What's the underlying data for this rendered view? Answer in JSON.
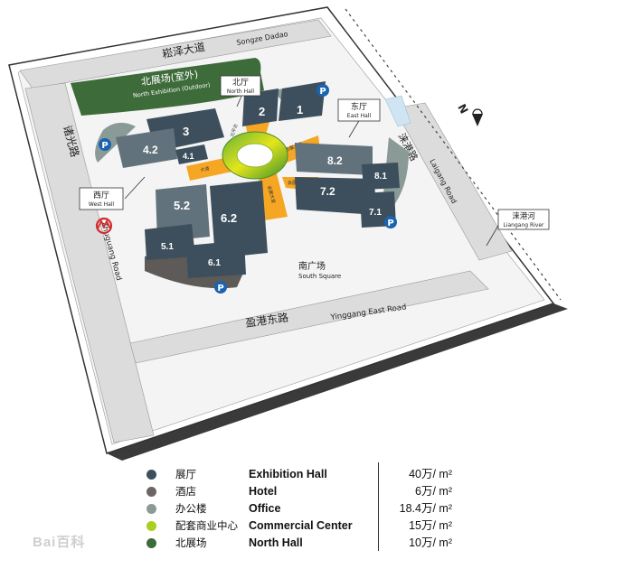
{
  "roads": {
    "top_zh": "崧泽大道",
    "top_en": "Songze Dadao",
    "left_zh": "诸光路",
    "left_en": "Zhuguang Road",
    "right_zh": "涞港路",
    "right_en": "Laigang Road",
    "bottom_zh": "盈港东路",
    "bottom_en": "Yinggang East Road",
    "river_zh": "涞港河",
    "river_en": "Liangang River"
  },
  "areas": {
    "north_exhibition_zh": "北展场(室外)",
    "north_exhibition_en": "North Exhibition (Outdoor)",
    "north_hall_zh": "北厅",
    "north_hall_en": "North Hall",
    "east_hall_zh": "东厅",
    "east_hall_en": "East Hall",
    "west_hall_zh": "西厅",
    "west_hall_en": "West Hall",
    "south_square_zh": "南广场",
    "south_square_en": "South Square"
  },
  "halls": {
    "h1": "1",
    "h2": "2",
    "h3": "3",
    "h4_2": "4.2",
    "h4_1": "4.1",
    "h5_2": "5.2",
    "h5_1": "5.1",
    "h6_2": "6.2",
    "h6_1": "6.1",
    "h7_2": "7.2",
    "h7_1": "7.1",
    "h8_2": "8.2",
    "h8_1": "8.1"
  },
  "walkways": {
    "north": "北平台",
    "east": "会展大道",
    "south": "会展大道",
    "west": "大道",
    "northeast": "会展大道",
    "southeast": "会展大道"
  },
  "parking_symbol": "P",
  "compass_label": "N",
  "legend": [
    {
      "zh": "展厅",
      "en": "Exhibition Hall",
      "value": "40万/ m²",
      "color": "#3d4f5c"
    },
    {
      "zh": "酒店",
      "en": "Hotel",
      "value": "6万/ m²",
      "color": "#6b6663"
    },
    {
      "zh": "办公楼",
      "en": "Office",
      "value": "18.4万/ m²",
      "color": "#8a9a97"
    },
    {
      "zh": "配套商业中心",
      "en": "Commercial Center",
      "value": "15万/ m²",
      "color": "#a8d020"
    },
    {
      "zh": "北展场",
      "en": "North Hall",
      "value": "10万/ m²",
      "color": "#3e6b3a"
    }
  ],
  "watermark": {
    "main": "Bai",
    "suffix": "百科"
  },
  "colors": {
    "hall": "#3d4f5c",
    "hall_light": "#62727c",
    "glass": "#a7b0b6",
    "walkway": "#f5a623",
    "green": "#3e6b3a",
    "lime": "#b5d325",
    "parking": "#1a63b0",
    "metro": "#d52b2b"
  }
}
